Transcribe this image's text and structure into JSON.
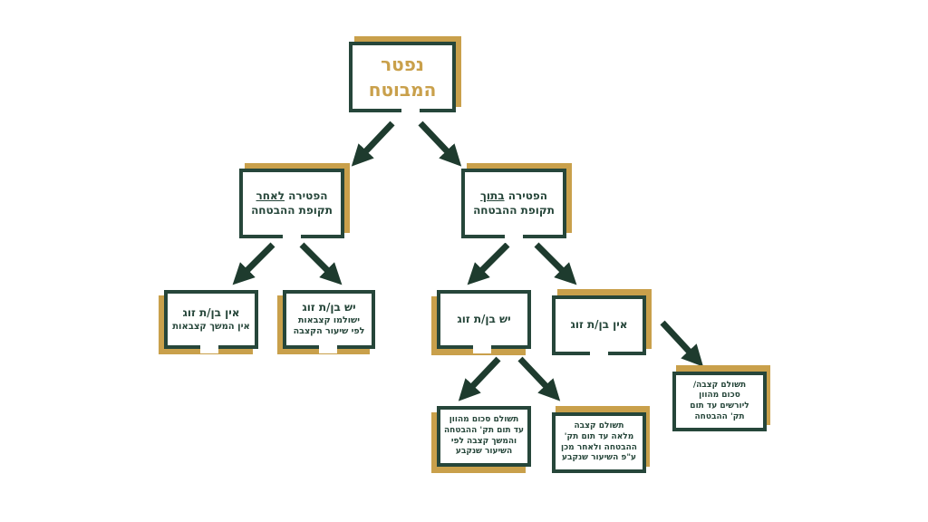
{
  "root": {
    "line1": "נפטר",
    "line2": "המבוטח"
  },
  "after": {
    "pre": "הפטירה ",
    "u": "לאחר",
    "line2": "תקופת ההבטחה"
  },
  "during": {
    "pre": "הפטירה ",
    "u": "בתוך",
    "line2": "תקופת ההבטחה"
  },
  "after_no_spouse": {
    "title": "אין בן/ת זוג",
    "sub": "אין המשך קצבאות"
  },
  "after_spouse": {
    "title": "יש בן/ת זוג",
    "sub1": "ישולמו קצבאות",
    "sub2": "לפי שיעור הקצבה"
  },
  "during_spouse": {
    "title": "יש בן/ת זוג"
  },
  "during_no_spouse": {
    "title": "אין בן/ת זוג"
  },
  "leaf_a": {
    "l1": "תשולם סכום מהוון",
    "l2": "עד תום תק' ההבטחה",
    "l3": "והמשך קצבה לפי",
    "l4": "השיעור שנקבע"
  },
  "leaf_b": {
    "l1": "תשולם קצבה",
    "l2": "מלאה עד תום תק'",
    "l3": "ההבטחה ולאחר מכן",
    "l4": "ע\"פ השיעור שנקבע"
  },
  "leaf_c": {
    "l1": "תשולם קצבה/",
    "l2": "סכום מהוון",
    "l3": "ליורשים עד תום",
    "l4": "תק' ההבטחה"
  },
  "colors": {
    "frame": "#26463a",
    "accent": "#c9a04b",
    "arrow": "#1e3b2e"
  }
}
